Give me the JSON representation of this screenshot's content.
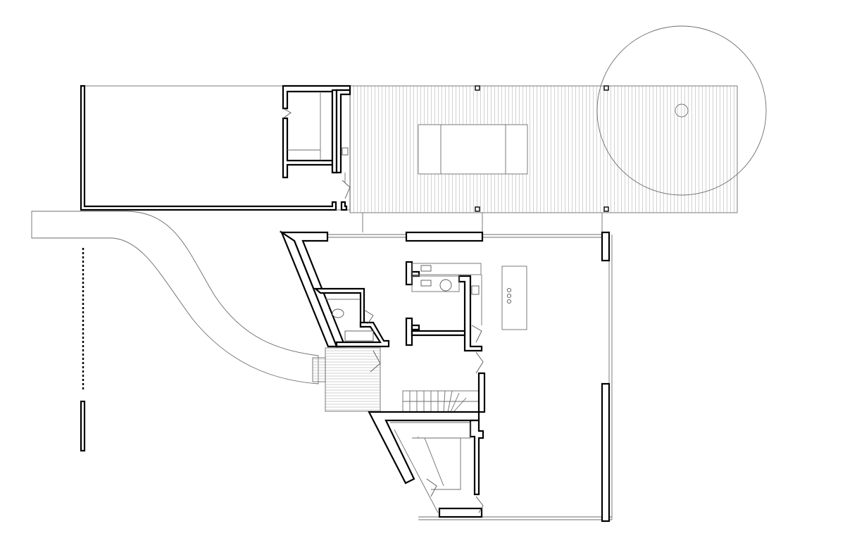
{
  "drawing": {
    "type": "architectural floor plan",
    "line_color": "#000000",
    "secondary_line_color": "#6d6d6d",
    "hatch_color": "#b4b4b4",
    "background": "#ffffff"
  },
  "elements": [
    "garage-annex",
    "wooden-deck",
    "deck-planter",
    "tree-canopy",
    "tree-trunk",
    "curved-driveway",
    "main-house",
    "kitchen-island",
    "cooktop",
    "bathroom",
    "staircase",
    "entry-ramp",
    "bedroom-wing",
    "property-fence"
  ]
}
